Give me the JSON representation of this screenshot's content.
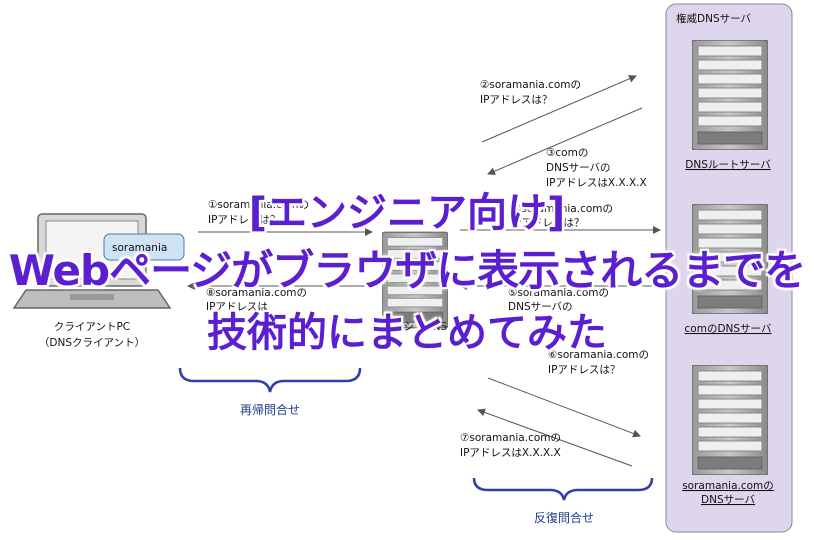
{
  "labels": {
    "auth_dns_group": "権威DNSサーバ",
    "root_server": "DNSルートサーバ",
    "com_server": "comのDNSサーバ",
    "sora_server_1": "soramania.comの",
    "sora_server_2": "DNSサーバ",
    "client_1": "クライアントPC",
    "client_2": "（DNSクライアント）",
    "client_bubble": "soramania",
    "recursive_query": "再帰問合せ",
    "iterative_query": "反復問合せ"
  },
  "messages": {
    "m1_1": "①soramania.comの",
    "m1_2": "IPアドレスは？",
    "m2_1": "②soramania.comの",
    "m2_2": "IPアドレスは？",
    "m3_1": "③comの",
    "m3_2": "DNSサーバの",
    "m3_3": "IPアドレスはX.X.X.X",
    "m4_1": "④soramania.comの",
    "m4_2": "IPアドレスは？",
    "m5_1": "⑤soramania.comの",
    "m5_2": "DNSサーバの",
    "m6_1": "⑥soramania.comの",
    "m6_2": "IPアドレスは？",
    "m7_1": "⑦soramania.comの",
    "m7_2": "IPアドレスはX.X.X.X",
    "m8_1": "⑧soramania.comの",
    "m8_2": "IPアドレスは",
    "cache_label": "キャッシュDNS"
  },
  "title": {
    "line1": "[エンジニア向け]",
    "line2": "Webページがブラウザに表示されるまでを",
    "line3": "技術的にまとめてみた"
  },
  "colors": {
    "title": "#5b1fd0",
    "panel": "#ddd6ec",
    "brace": "#2f3fa8",
    "brace_label": "#1f3c8a"
  }
}
